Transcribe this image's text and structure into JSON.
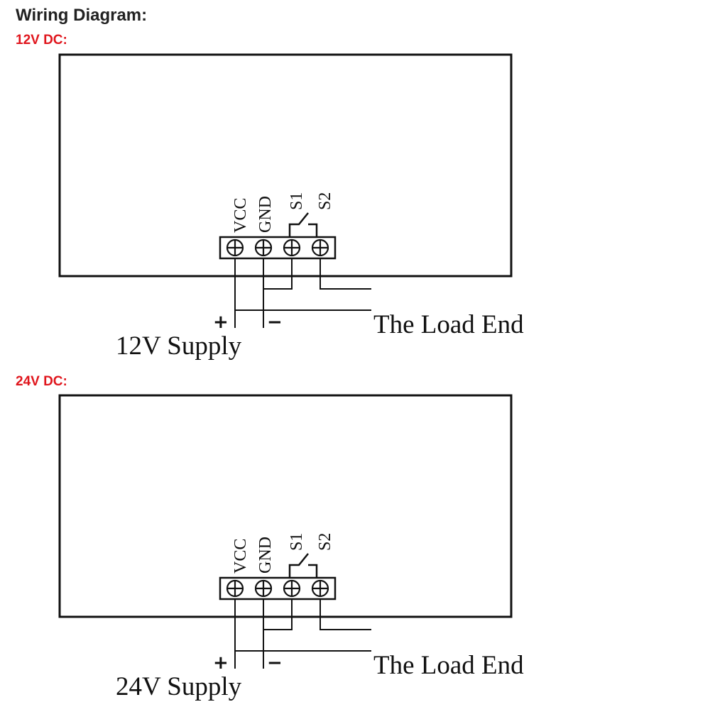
{
  "page": {
    "title": "Wiring Diagram:",
    "accent_color": "#e0161d",
    "text_color": "#222222",
    "line_color": "#111111"
  },
  "diagrams": [
    {
      "section_label": "12V DC:",
      "terminal_labels": [
        "VCC",
        "GND",
        "S1",
        "S2"
      ],
      "plus_sign": "+",
      "minus_sign": "−",
      "supply_label": "12V Supply",
      "load_label": "The Load End"
    },
    {
      "section_label": "24V DC:",
      "terminal_labels": [
        "VCC",
        "GND",
        "S1",
        "S2"
      ],
      "plus_sign": "+",
      "minus_sign": "−",
      "supply_label": "24V Supply",
      "load_label": "The Load End"
    }
  ]
}
